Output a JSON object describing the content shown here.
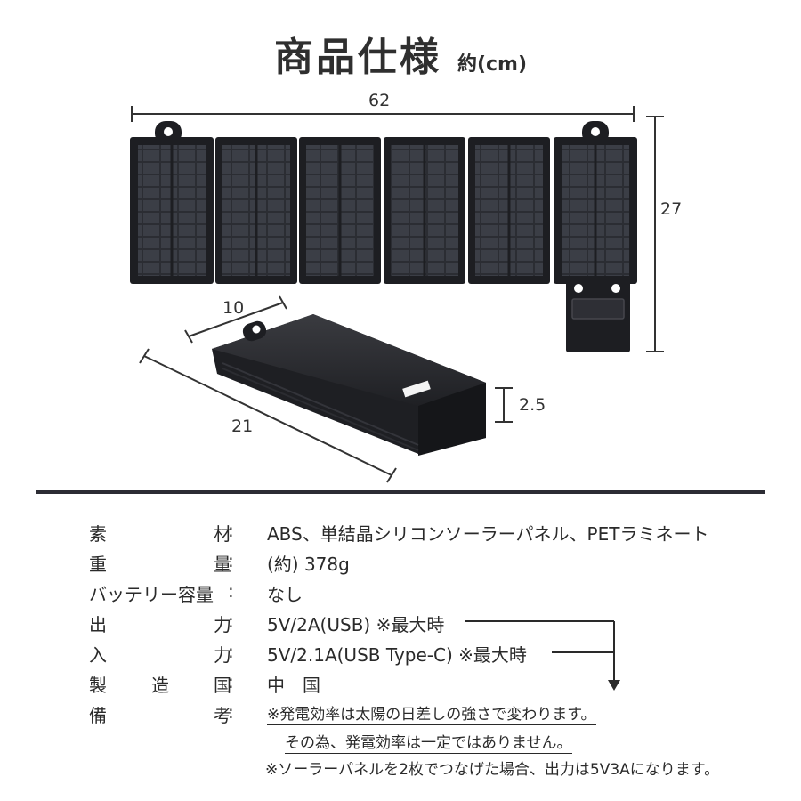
{
  "title": "商品仕様",
  "unit": "約(cm)",
  "dimensions": {
    "panel_width": "62",
    "panel_height": "27",
    "folded_width": "10",
    "folded_length": "21",
    "folded_thickness": "2.5"
  },
  "specs": [
    {
      "label": [
        "素",
        "材"
      ],
      "colon": ":",
      "value": "ABS、単結晶シリコンソーラーパネル、PETラミネート"
    },
    {
      "label": [
        "重",
        "量"
      ],
      "colon": ":",
      "value": "(約) 378g"
    },
    {
      "label": [
        "バッテリー容量"
      ],
      "colon": ":",
      "value": "なし"
    },
    {
      "label": [
        "出",
        "力"
      ],
      "colon": ":",
      "value": "5V/2A(USB) ※最大時"
    },
    {
      "label": [
        "入",
        "力"
      ],
      "colon": ":",
      "value": "5V/2.1A(USB Type-C) ※最大時"
    },
    {
      "label": [
        "製",
        "造",
        "国"
      ],
      "colon": ":",
      "value": "中　国"
    },
    {
      "label": [
        "備",
        "考"
      ],
      "colon": ":",
      "value": "※発電効率は太陽の日差しの強さで変わります。"
    }
  ],
  "notes": {
    "line2": "その為、発電効率は一定ではありません。",
    "line3": "※ソーラーパネルを2枚でつなげた場合、出力は5V3Aになります。"
  }
}
